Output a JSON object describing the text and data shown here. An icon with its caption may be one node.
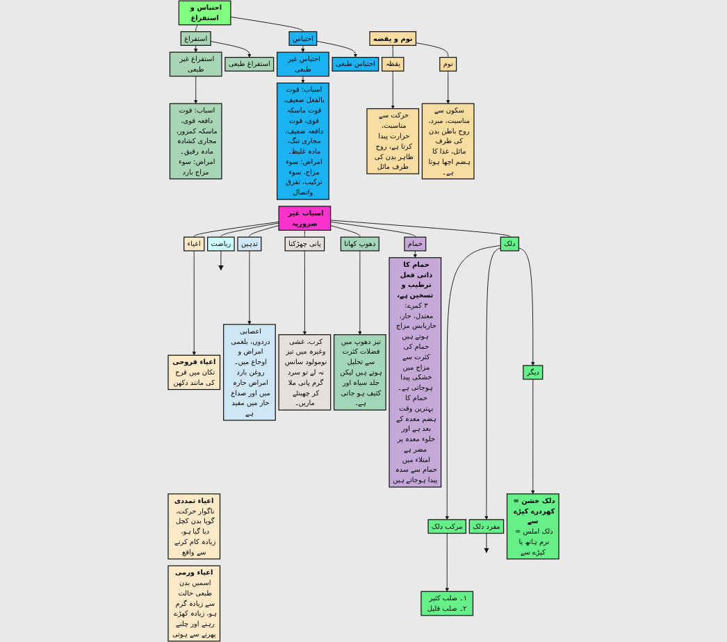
{
  "diagram": {
    "nodes": [
      {
        "text": [
          "احتباس و استفراغ"
        ]
      },
      {
        "text": [
          "استفراغ"
        ]
      },
      {
        "text": [
          "احتباس"
        ]
      },
      {
        "text": [
          "استفراغ غیر طبعی"
        ]
      },
      {
        "text": [
          "استفراغ طبعی"
        ]
      },
      {
        "text": [
          "احتباس غیر طبعی"
        ]
      },
      {
        "text": [
          "احتباس طبعی"
        ]
      },
      {
        "text": [
          "اسباب: قوت دافعہ قوی، ماسکہ کمزور، مجاری کشادہ مادہ رقیق۔ امراض: سوء مزاج بارد"
        ]
      },
      {
        "text": [
          "اسباب: قوت بالفعل ضعیف، قوت ماسکہ قوی، قوت دافعہ ضعیف، مجاری تنگ، مادہ غلیظ۔ امراض: سوء مزاج، سوء ترکیب، تفرق واتصال"
        ]
      },
      {
        "text": [
          "نوم و یقضه"
        ]
      },
      {
        "text": [
          "یقظہ"
        ]
      },
      {
        "text": [
          "نوم"
        ]
      },
      {
        "text": [
          "حرکت سے مناسبت، حرارت پیدا کرتا ہے، روح ظاہر بدن کی طرف مائل"
        ]
      },
      {
        "text": [
          "سکون سے مناسبت، مبرد، روح باطن بدن کی طرف مائل، غذا کا ہضم اچھا ہوتا ہے۔"
        ]
      },
      {
        "text": [
          "اسباب غیر ضروریہ"
        ]
      },
      {
        "text": [
          "اعیاء"
        ]
      },
      {
        "text": [
          "ریاضت"
        ]
      },
      {
        "text": [
          "دلک"
        ]
      },
      {
        "text": [
          "تدہین"
        ]
      },
      {
        "text": [
          "پانی چھڑکنا"
        ]
      },
      {
        "text": [
          "دھوپ کھانا"
        ]
      },
      {
        "text": [
          "حمام"
        ]
      },
      {
        "text": [
          "اعیاء قروحی",
          "تکان میں قرح کی مانند دکھن"
        ]
      },
      {
        "text": [
          "اعیاء تمددی",
          "ناگوار حرکت، گویا بدن کچل دیا گیا ہو، زیادہ کام کرنے سے واقع"
        ]
      },
      {
        "text": [
          "اعیاء ورمی",
          "اسمیں بدن طبعی حالت سے زیادہ گرم ہو، زیادہ کھڑے رہنے اور چلنے پھرنے سے ہوتی"
        ]
      },
      {
        "text": [
          "اعصابی دردوں، بلغمی امراض و اوجاع میں۔ روغن بارد امراض حارہ میں اور صداع حار میں مفید ہے"
        ]
      },
      {
        "text": [
          "کرب، غشی وغیرہ میں تیز نومولود سانس نہ لے تو سرد گرم پانی ملا کر چھینٹے ماریں۔"
        ]
      },
      {
        "text": [
          "تیز دھوپ میں فضلات کثرت سے تحلیل ہوتے ہیں لیکن جلد سیاہ اور کثیف ہو جاتی ہے۔"
        ]
      },
      {
        "text": [
          "حمام کا ذاتی فعل ترطیب و تسخین ہے،",
          "۳ کمرے: معتدل، حار، حاریابس مزاج ہوتے ہیں",
          "حمام کی کثرت سے مزاج میں خشکی پیدا ہوجاتی ہے۔",
          "حمام کا بہترین وقت ہضم معدہ کے بعد ہے اور خلوء معدہ پر مضر ہے",
          "امتلاء میں حمام سے سدہ پیدا ہوجاتے ہیں"
        ]
      },
      {
        "text": [
          "دیگر"
        ]
      },
      {
        "text": [
          "مرکب دلک"
        ]
      },
      {
        "text": [
          "مفرد دلک"
        ]
      },
      {
        "text": [
          "دلک خشن = کھردرے کپڑے سے",
          "دلک املس = نرم ہاتھ یا کپڑے سے"
        ]
      },
      {
        "text": [
          "۱۔ صلب کثیر ۲۔ صلب قلیل"
        ]
      }
    ],
    "edges": [
      {
        "from": 0,
        "to": 1,
        "arrow": "none"
      },
      {
        "from": 0,
        "to": 2,
        "arrow": "none"
      },
      {
        "from": 1,
        "to": 3,
        "arrow": "to"
      },
      {
        "from": 1,
        "to": 4,
        "arrow": "to"
      },
      {
        "from": 2,
        "to": 5,
        "arrow": "to"
      },
      {
        "from": 2,
        "to": 6,
        "arrow": "to"
      },
      {
        "from": 3,
        "to": 7,
        "arrow": "to"
      },
      {
        "from": 5,
        "to": 8,
        "arrow": "to"
      },
      {
        "from": 9,
        "to": 10,
        "arrow": "none"
      },
      {
        "from": 9,
        "to": 11,
        "arrow": "none"
      },
      {
        "from": 10,
        "to": 12,
        "arrow": "to"
      },
      {
        "from": 11,
        "to": 13,
        "arrow": "to"
      },
      {
        "from": 14,
        "to": 15,
        "arrow": "none"
      },
      {
        "from": 14,
        "to": 16,
        "arrow": "none"
      },
      {
        "from": 14,
        "to": 17,
        "arrow": "none"
      },
      {
        "from": 14,
        "to": 18,
        "arrow": "none"
      },
      {
        "from": 14,
        "to": 19,
        "arrow": "none"
      },
      {
        "from": 14,
        "to": 20,
        "arrow": "none"
      },
      {
        "from": 14,
        "to": 21,
        "arrow": "none"
      },
      {
        "from": 15,
        "to": 22,
        "arrow": "to"
      },
      {
        "from": 16,
        "to": null,
        "arrow": "to"
      },
      {
        "from": 17,
        "to": 29,
        "arrow": "to"
      },
      {
        "from": 18,
        "to": 25,
        "arrow": "to"
      },
      {
        "from": 19,
        "to": 26,
        "arrow": "to"
      },
      {
        "from": 20,
        "to": 27,
        "arrow": "to"
      },
      {
        "from": 21,
        "to": 28,
        "arrow": "to"
      },
      {
        "from": 17,
        "to": 30,
        "arrow": "to"
      },
      {
        "from": 17,
        "to": 31,
        "arrow": "to"
      },
      {
        "from": 29,
        "to": 32,
        "arrow": "to"
      },
      {
        "from": 30,
        "to": 33,
        "arrow": "to"
      },
      {
        "from": 31,
        "to": null,
        "arrow": "to"
      }
    ]
  }
}
